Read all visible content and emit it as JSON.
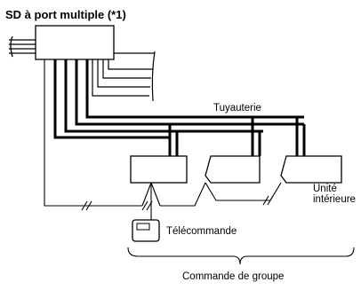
{
  "title": "SD à port multiple (*1)",
  "labels": {
    "piping": "Tuyauterie",
    "indoor_unit_line1": "Unité",
    "indoor_unit_line2": "intérieure",
    "remote_control": "Télécommande",
    "group_control": "Commande de groupe"
  },
  "indoor_units": [
    {
      "id": "unit-1"
    },
    {
      "id": "unit-2"
    },
    {
      "id": "unit-3"
    }
  ]
}
